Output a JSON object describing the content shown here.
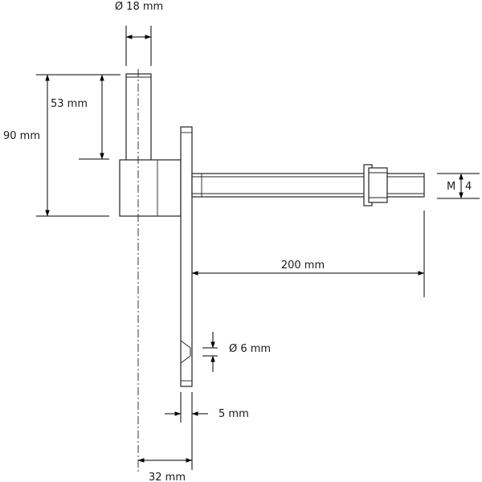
{
  "labels": {
    "diameter_pin": "Ø 18 mm",
    "height_pin": "53 mm",
    "height_total": "90 mm",
    "thread_left": "M",
    "thread_right": "4",
    "length_rod": "200 mm",
    "diameter_hole": "Ø 6 mm",
    "thickness_plate": "5 mm",
    "offset": "32 mm"
  }
}
